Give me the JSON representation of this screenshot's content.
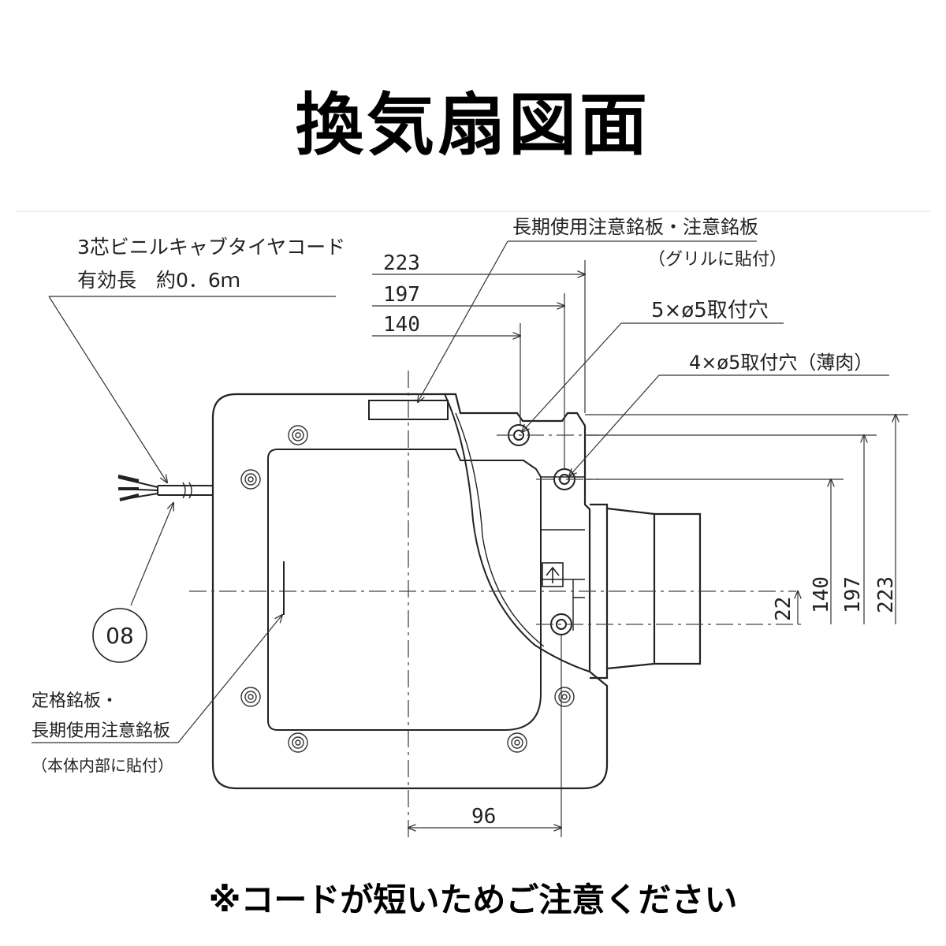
{
  "title": "換気扇図面",
  "footer_note": "※コードが短いためご注意ください",
  "callouts": {
    "cord_line1": "3芯ビニルキャブタイヤコード",
    "cord_line2": "有効長　約0．6ｍ",
    "label_top_line1": "長期使用注意銘板・注意銘板",
    "label_top_line2": "（グリルに貼付）",
    "holes_5": "5×ø5取付穴",
    "holes_4": "4×ø5取付穴（薄肉）",
    "part_number": "08",
    "rating_line1": "定格銘板・",
    "rating_line2": "長期使用注意銘板",
    "rating_line3": "（本体内部に貼付）"
  },
  "dimensions": {
    "top_223": "223",
    "top_197": "197",
    "top_140": "140",
    "right_22": "22",
    "right_140": "140",
    "right_197": "197",
    "right_223": "223",
    "bottom_96": "96"
  }
}
